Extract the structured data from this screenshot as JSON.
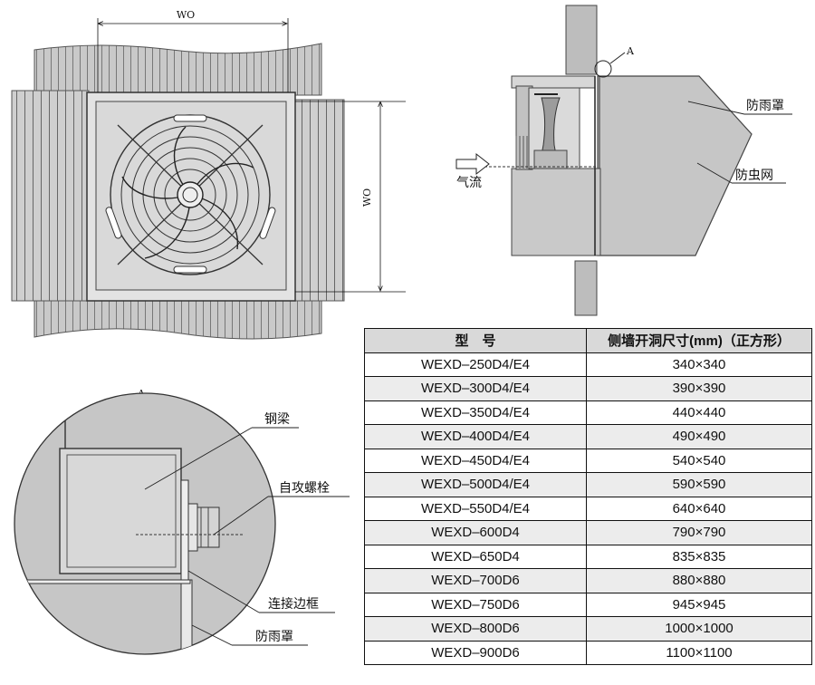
{
  "top_view": {
    "dim_width": "WO",
    "dim_height": "WO"
  },
  "side_view": {
    "detail_marker": "A",
    "rain_hood_label": "防雨罩",
    "insect_screen_label": "防虫网",
    "airflow_label": "气流"
  },
  "detail_view": {
    "title": "A",
    "steel_beam_label": "钢梁",
    "screw_label": "自攻螺栓",
    "frame_label": "连接边框",
    "rain_hood_label": "防雨罩"
  },
  "spec_table": {
    "headers": [
      "型　号",
      "侧墙开洞尺寸(mm)（正方形）"
    ],
    "rows": [
      [
        "WEXD–250D4/E4",
        "340×340"
      ],
      [
        "WEXD–300D4/E4",
        "390×390"
      ],
      [
        "WEXD–350D4/E4",
        "440×440"
      ],
      [
        "WEXD–400D4/E4",
        "490×490"
      ],
      [
        "WEXD–450D4/E4",
        "540×540"
      ],
      [
        "WEXD–500D4/E4",
        "590×590"
      ],
      [
        "WEXD–550D4/E4",
        "640×640"
      ],
      [
        "WEXD–600D4",
        "790×790"
      ],
      [
        "WEXD–650D4",
        "835×835"
      ],
      [
        "WEXD–700D6",
        "880×880"
      ],
      [
        "WEXD–750D6",
        "945×945"
      ],
      [
        "WEXD–800D6",
        "1000×1000"
      ],
      [
        "WEXD–900D6",
        "1100×1100"
      ]
    ]
  }
}
